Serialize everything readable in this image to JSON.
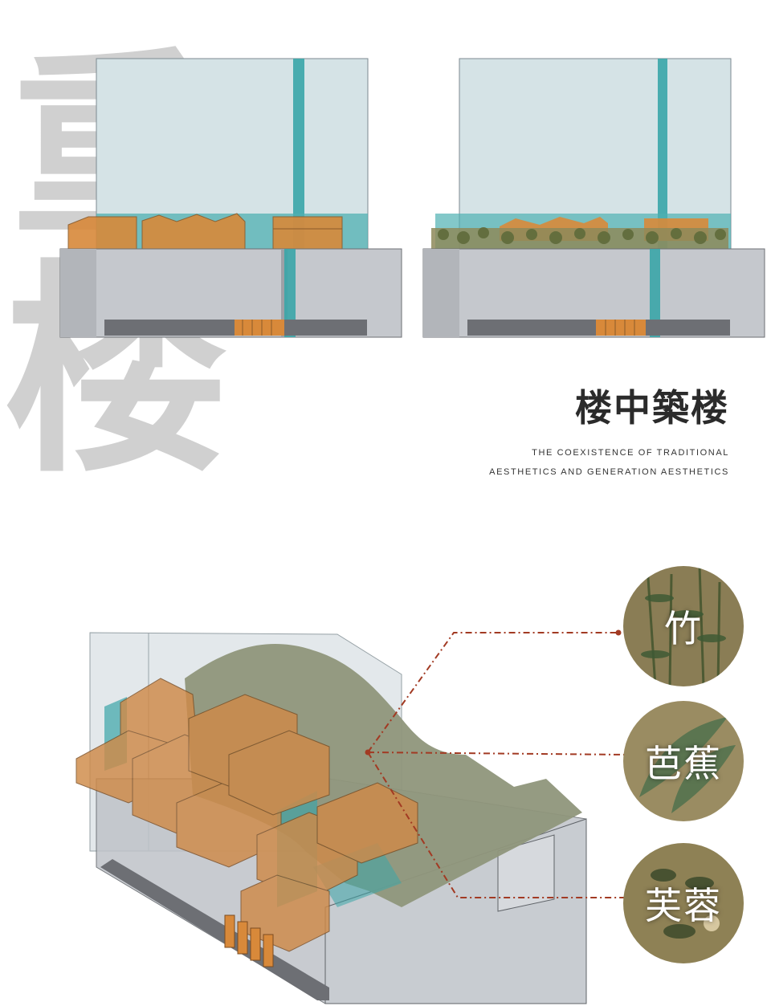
{
  "watermark": {
    "char_top": "重",
    "char_bottom": "楼"
  },
  "title": {
    "chinese": "楼中築楼",
    "subtitle_line1": "THE COEXISTENCE OF TRADITIONAL",
    "subtitle_line2": "AESTHETICS AND GENERATION AESTHETICS"
  },
  "plants": [
    {
      "label": "竹"
    },
    {
      "label": "芭蕉"
    },
    {
      "label": "芙蓉"
    }
  ],
  "colors": {
    "glass": "#d5e3e6",
    "teal": "#3aa5a8",
    "orange": "#d8893a",
    "gray_volume": "#b9bcc2",
    "dark_band": "#6d6f74",
    "olive_roof": "#8f967b",
    "leader_line": "#a23a23",
    "title_text": "#2b2b2b"
  }
}
